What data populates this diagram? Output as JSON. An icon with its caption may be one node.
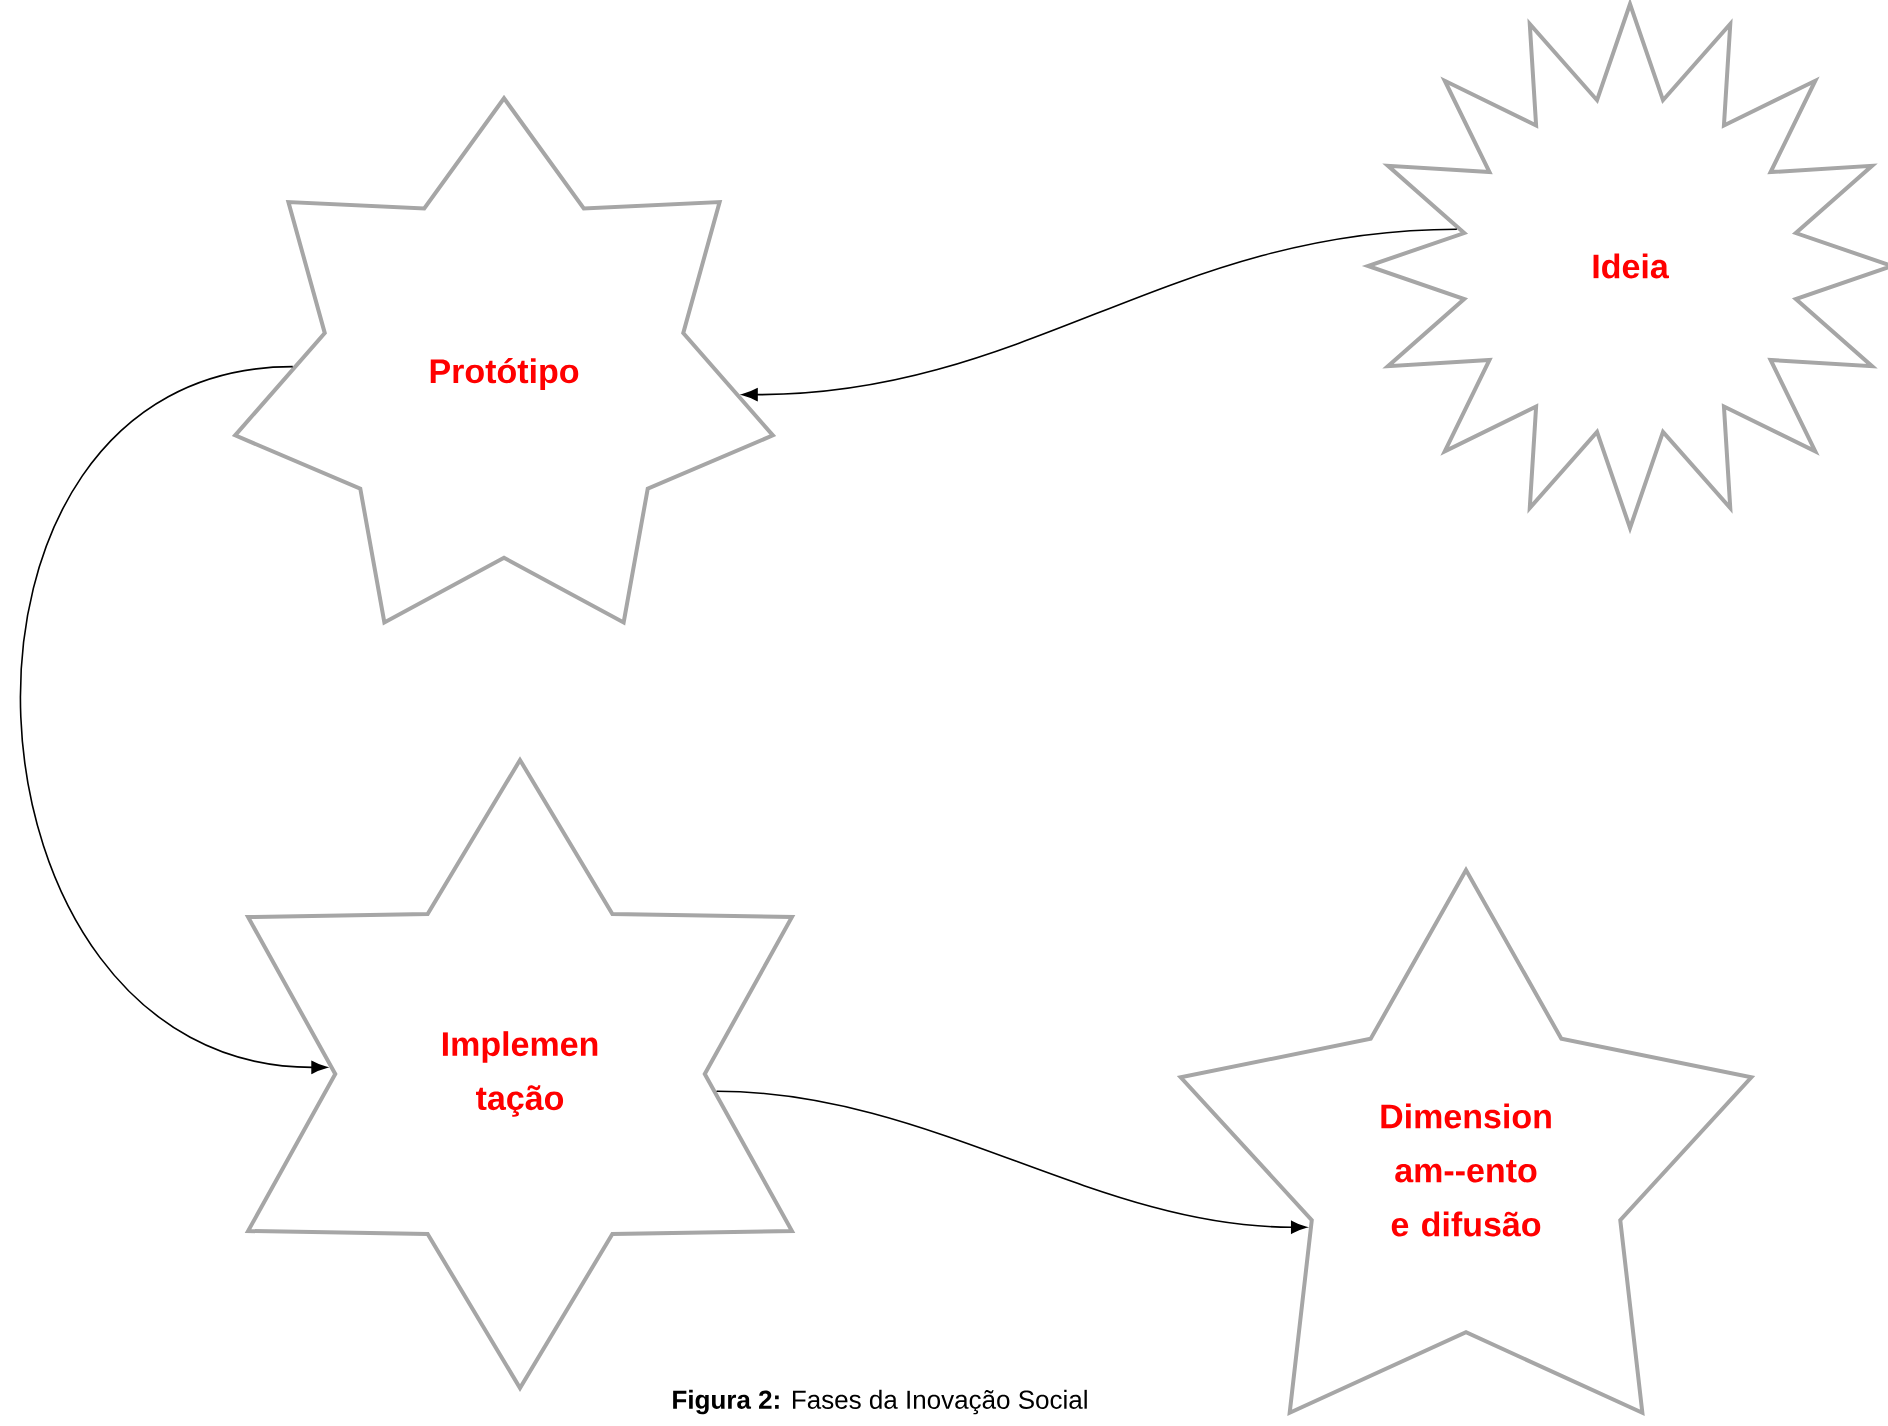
{
  "diagram": {
    "caption": "**Figura 2:** Fases da Inovação Social",
    "nodes": [
      {
        "text": [
          "Protótipo"
        ]
      },
      {
        "text": [
          "Ideia"
        ]
      },
      {
        "text": [
          "Implemen tação"
        ]
      },
      {
        "text": [
          "Dimension am--ento e difusão"
        ]
      }
    ],
    "edges": [
      {
        "from": 1,
        "to": 0,
        "arrow": "to"
      },
      {
        "from": 0,
        "to": 2,
        "arrow": "to"
      },
      {
        "from": 2,
        "to": 3,
        "arrow": "to"
      }
    ]
  }
}
